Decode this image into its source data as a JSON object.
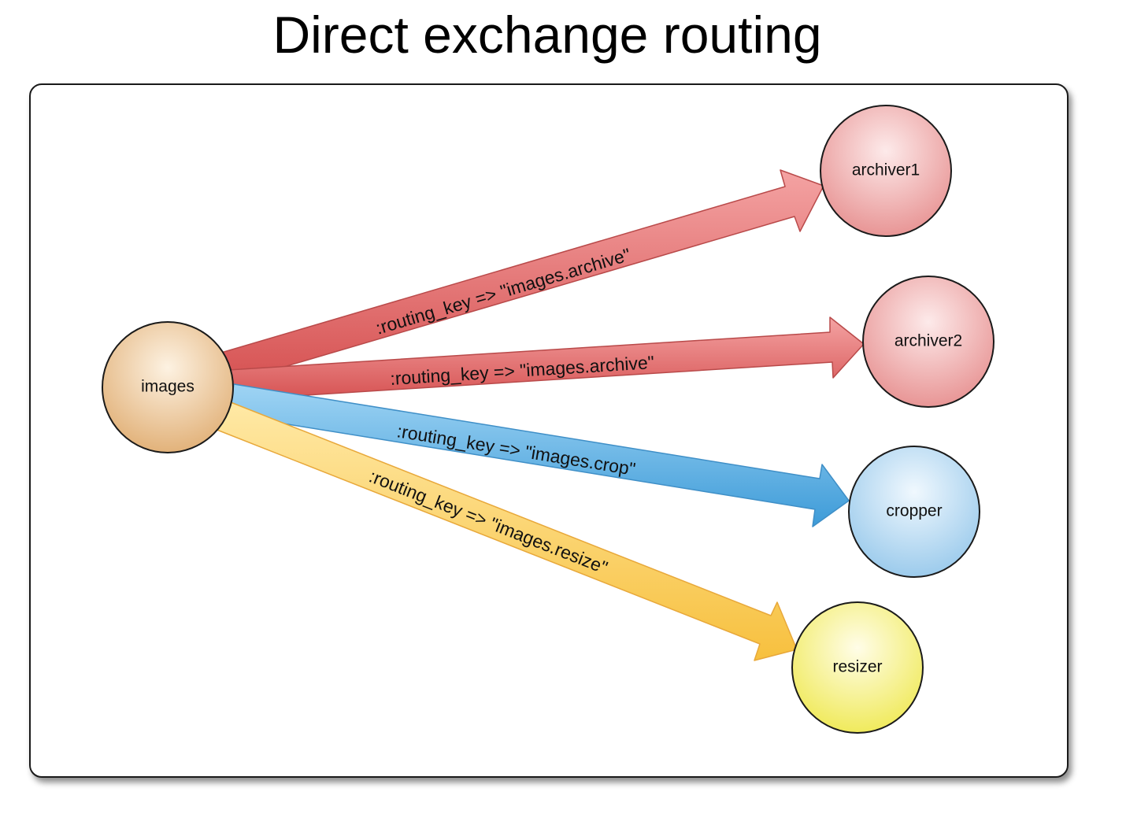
{
  "title": "Direct exchange routing",
  "colors": {
    "archive_arrow": "#e06a6a",
    "crop_arrow": "#5aacdf",
    "resize_arrow": "#f9cc5a",
    "exchange_node": "#e8bb85",
    "archiver_node": "#eea3a3",
    "cropper_node": "#a9d2ee",
    "resizer_node": "#f5f17a"
  },
  "nodes": {
    "exchange": "images",
    "archiver1": "archiver1",
    "archiver2": "archiver2",
    "cropper": "cropper",
    "resizer": "resizer"
  },
  "edges": {
    "to_archiver1": ":routing_key => \"images.archive\"",
    "to_archiver2": ":routing_key => \"images.archive\"",
    "to_cropper": ":routing_key => \"images.crop\"",
    "to_resizer": ":routing_key => \"images.resize\""
  }
}
